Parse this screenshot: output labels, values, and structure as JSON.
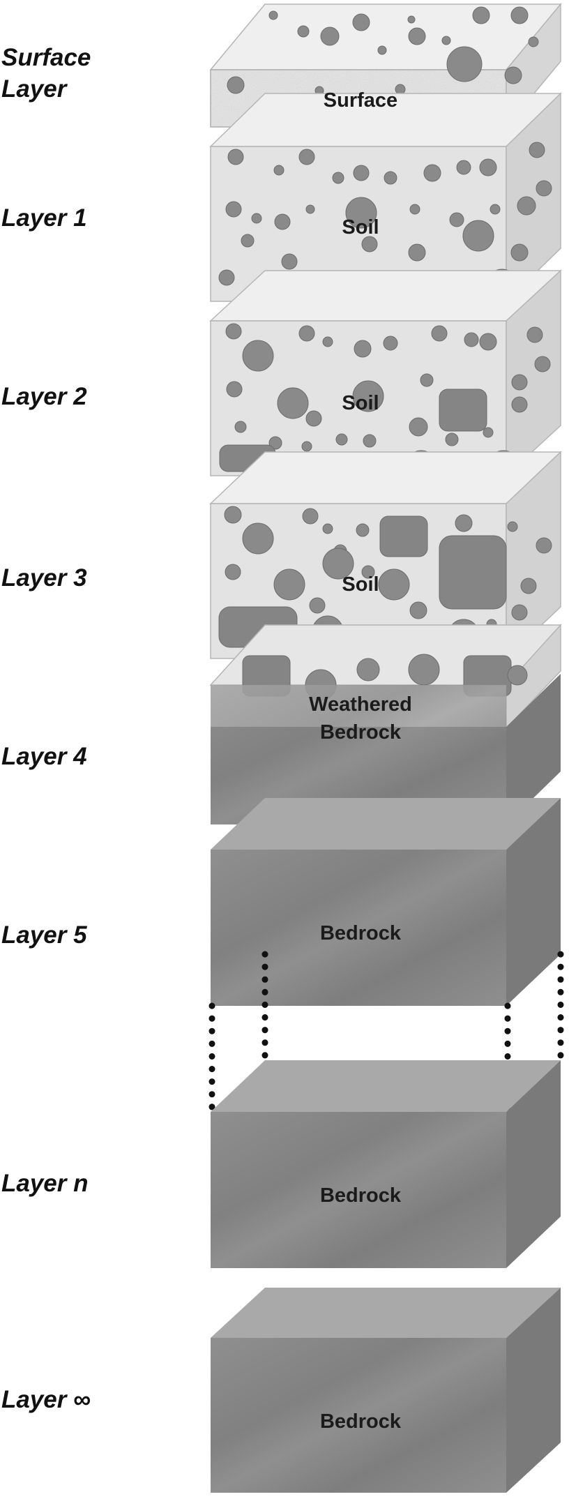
{
  "labels": {
    "surface": "Surface\nLayer",
    "layer1": "Layer 1",
    "layer2": "Layer 2",
    "layer3": "Layer 3",
    "layer4": "Layer 4",
    "layer5": "Layer 5",
    "layer_n": "Layer n",
    "layer_inf": "Layer ∞"
  },
  "boxes": {
    "surface": "Surface",
    "soil1": "Soil",
    "soil2": "Soil",
    "soil3": "Soil",
    "weathered": "Weathered\nBedrock",
    "bedrock5": "Bedrock",
    "bedrock_n": "Bedrock",
    "bedrock_inf": "Bedrock"
  },
  "colors": {
    "soil_front": "#e3e3e3",
    "soil_top": "#efefef",
    "soil_side": "#d2d2d2",
    "bedrock_front": "#8f8f8f",
    "bedrock_top": "#a7a7a7",
    "bedrock_side": "#7a7a7a",
    "pebble": "#8a8a8a",
    "dots": "#111111"
  }
}
